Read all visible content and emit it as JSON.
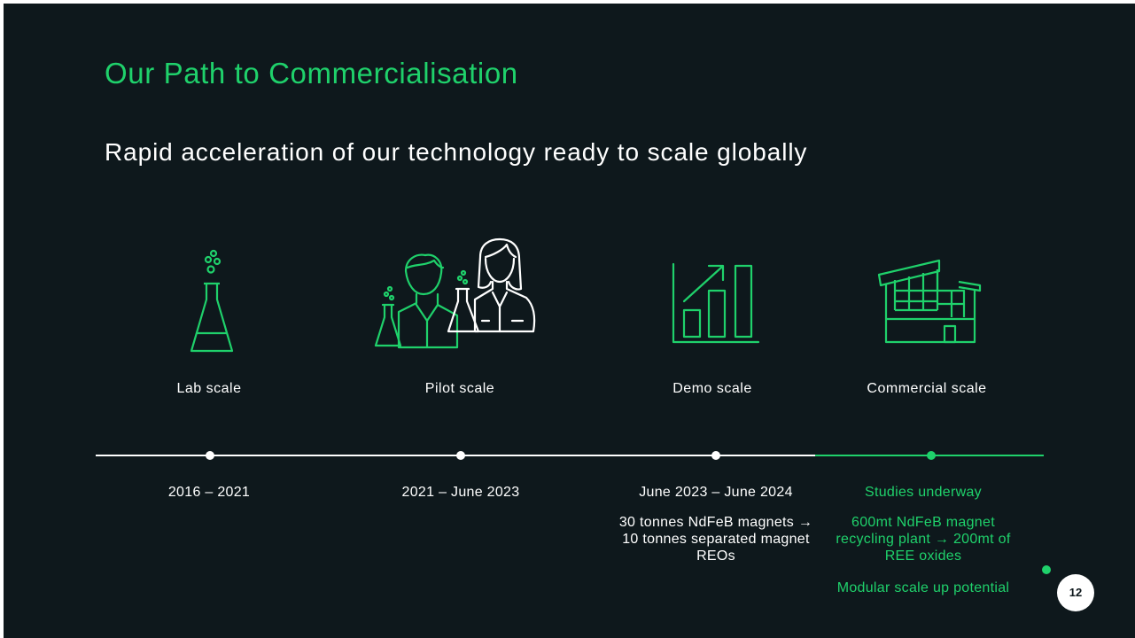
{
  "title": "Our Path to Commercialisation",
  "subtitle": "Rapid acceleration of our technology ready to scale globally",
  "colors": {
    "background": "#0e181c",
    "accent": "#1fd16b",
    "text": "#ffffff"
  },
  "stages": [
    {
      "icon": "flask-icon",
      "label": "Lab scale",
      "date": "2016 – 2021",
      "details": []
    },
    {
      "icon": "scientists-icon",
      "label": "Pilot scale",
      "date": "2021 – June 2023",
      "details": []
    },
    {
      "icon": "growth-chart-icon",
      "label": "Demo scale",
      "date": "June 2023 – June 2024",
      "details": [
        "30 tonnes NdFeB magnets → 10 tonnes separated magnet REOs"
      ]
    },
    {
      "icon": "factory-icon",
      "label": "Commercial scale",
      "date": "Studies underway",
      "details": [
        "600mt NdFeB magnet recycling plant → 200mt of REE oxides",
        "Modular scale up potential"
      ]
    }
  ],
  "page_number": "12"
}
